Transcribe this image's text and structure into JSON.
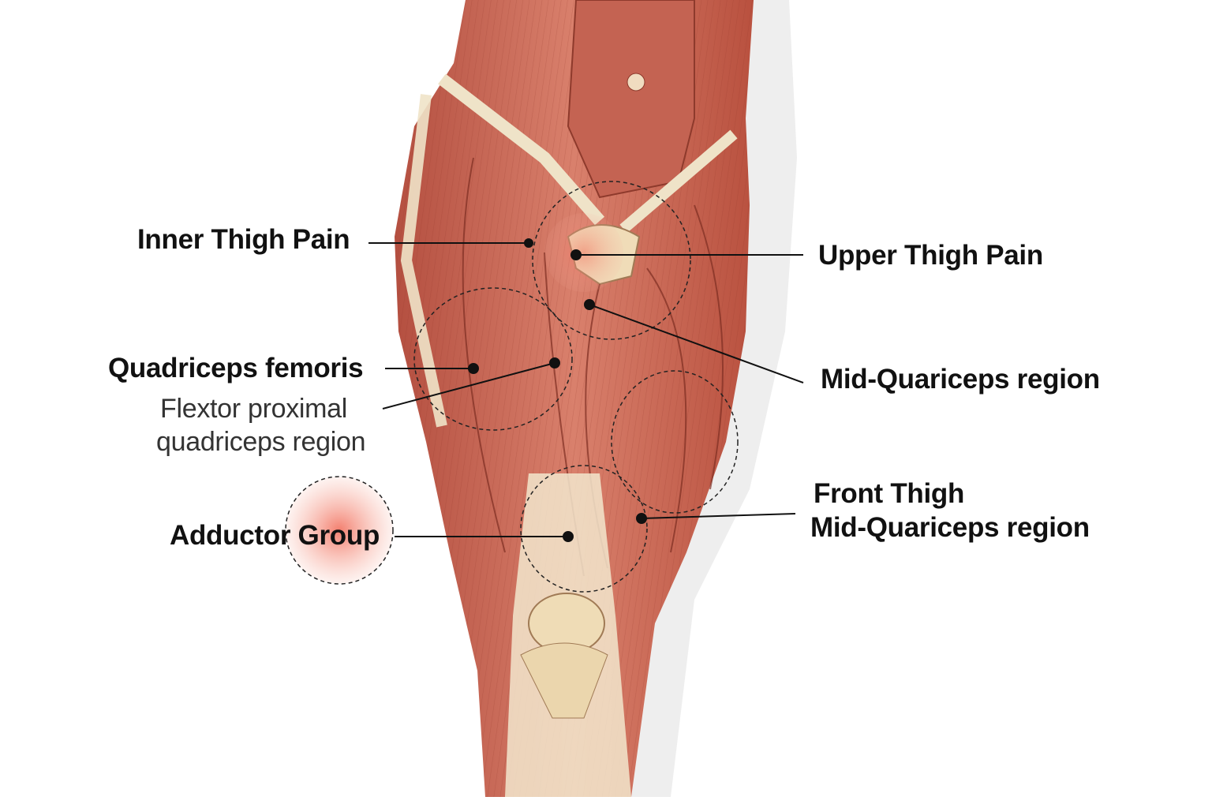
{
  "title": "Thigh muscle pain regions",
  "labels": {
    "inner_thigh_pain": "Inner Thigh Pain",
    "upper_thigh_pain": "Upper Thigh Pain",
    "mid_quariceps_region": "Mid-Quariceps region",
    "quadriceps_femoris": "Quadriceps femoris",
    "flextor_line1": "Flextor proximal",
    "flextor_line2": "quadriceps region",
    "adductor_group": "Adductor Group",
    "front_thigh_line1": "Front Thigh",
    "front_thigh_line2": "Mid-Quariceps region"
  },
  "colors": {
    "muscle": "#c9604f",
    "muscle_light": "#e49a86",
    "tendon": "#efe3c8",
    "highlight": "#f08070",
    "line": "#111111"
  }
}
